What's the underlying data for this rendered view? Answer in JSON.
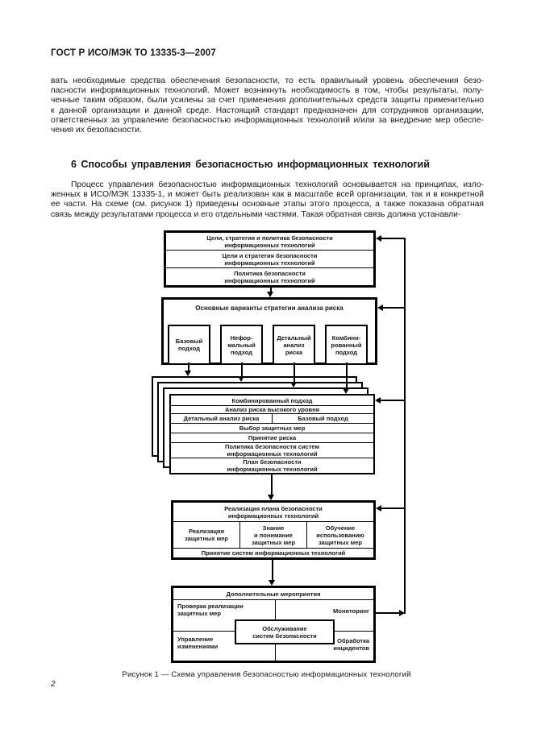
{
  "colors": {
    "ink": "#000000",
    "paper": "#ffffff"
  },
  "doc": {
    "header": "ГОСТ Р ИСО/МЭК ТО 13335-3—2007",
    "page_number": "2",
    "heading": "6 Способы управления безопасностью информационных технологий",
    "para1_lines": [
      "вать необходимые средства обеспечения безопасности, то есть правильный уровень обеспечения безо-",
      "пасности информационных технологий. Может возникнуть необходимость в том, чтобы результаты, полу-",
      "ченные таким образом, были усилены за счет применения дополнительных средств защиты применительно",
      "к данной организации и данной среде. Настоящий стандарт предназначен для сотрудников организации,",
      "ответственных за управление безопасностью информационных технологий и/или за внедрение мер обеспе-",
      "чения их безопасности."
    ],
    "para2_lines": [
      "Процесс управления безопасностью информационных технологий основывается на принципах, изло-",
      "женных в ИСО/МЭК 13335-1, и может быть реализован как в масштабе всей организации, так и в конкретной",
      "ее части. На схеме (см. рисунок 1) приведены основные этапы этого процесса, а также показана обратная",
      "связь между результатами процесса и его отдельными частями. Такая обратная связь должна устанавли-"
    ],
    "caption": "Рисунок 1 — Схема управления безопасностью информационных технологий"
  },
  "diagram": {
    "goals_box": {
      "rows": [
        "Цели, стратегия и политика безопасности\nинформационных технологий",
        "Цели и стратегия безопасности\nинформационных технологий",
        "Политика безопасности\nинформационных технологий"
      ]
    },
    "strategy_box": {
      "title": "Основные варианты стратегии анализа риска",
      "options": [
        "Базовый\nподход",
        "Нефор-\nмальный\nподход",
        "Детальный\nанализ\nриска",
        "Комбини-\nрованный\nподход"
      ]
    },
    "stack_box": {
      "row1": "Комбинированный подход",
      "row2": "Анализ риска высокого уровня",
      "row3_left": "Детальный анализ риска",
      "row3_right": "Базовый подход",
      "row4": "Выбор защитных мер",
      "row5": "Принятие риска",
      "row6": "Политика безопасности систем\nинформационных технологий",
      "row7": "План безопасности\nинформационных технологий"
    },
    "impl_box": {
      "title": "Реализация плана безопасности\nинформационных технологий",
      "cells": [
        "Реализация\nзащитных мер",
        "Знание\nи понимание\nзащитных мер",
        "Обучение\nиспользованию\nзащитных мер"
      ],
      "footer": "Принятие систем информационных технологий"
    },
    "followup_box": {
      "title": "Дополнительные мероприятия",
      "top_left": "Проверка реализации\nзащитных мер",
      "top_right": "Мониторинг",
      "bottom_left": "Управление\nизменениями",
      "bottom_right": "Обработка\nинцидентов",
      "center": "Обслуживание\nсистем безопасности"
    }
  }
}
